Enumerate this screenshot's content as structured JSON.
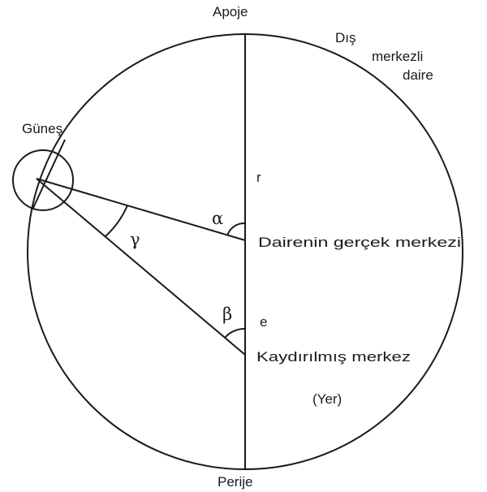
{
  "labels": {
    "apoje": "Apoje",
    "perije": "Perije",
    "dis": "Dış",
    "merkezli": "merkezli",
    "daire": "daire",
    "gunes": "Güneş",
    "r": "r",
    "alpha": "α",
    "gamma": "γ",
    "beta": "β",
    "e": "e",
    "true_center": "Dairenin gerçek merkezi",
    "shifted_center": "Kaydırılmış merkez",
    "yer": "(Yer)"
  },
  "colors": {
    "ink": "#1a1a1a",
    "background": "#ffffff"
  }
}
